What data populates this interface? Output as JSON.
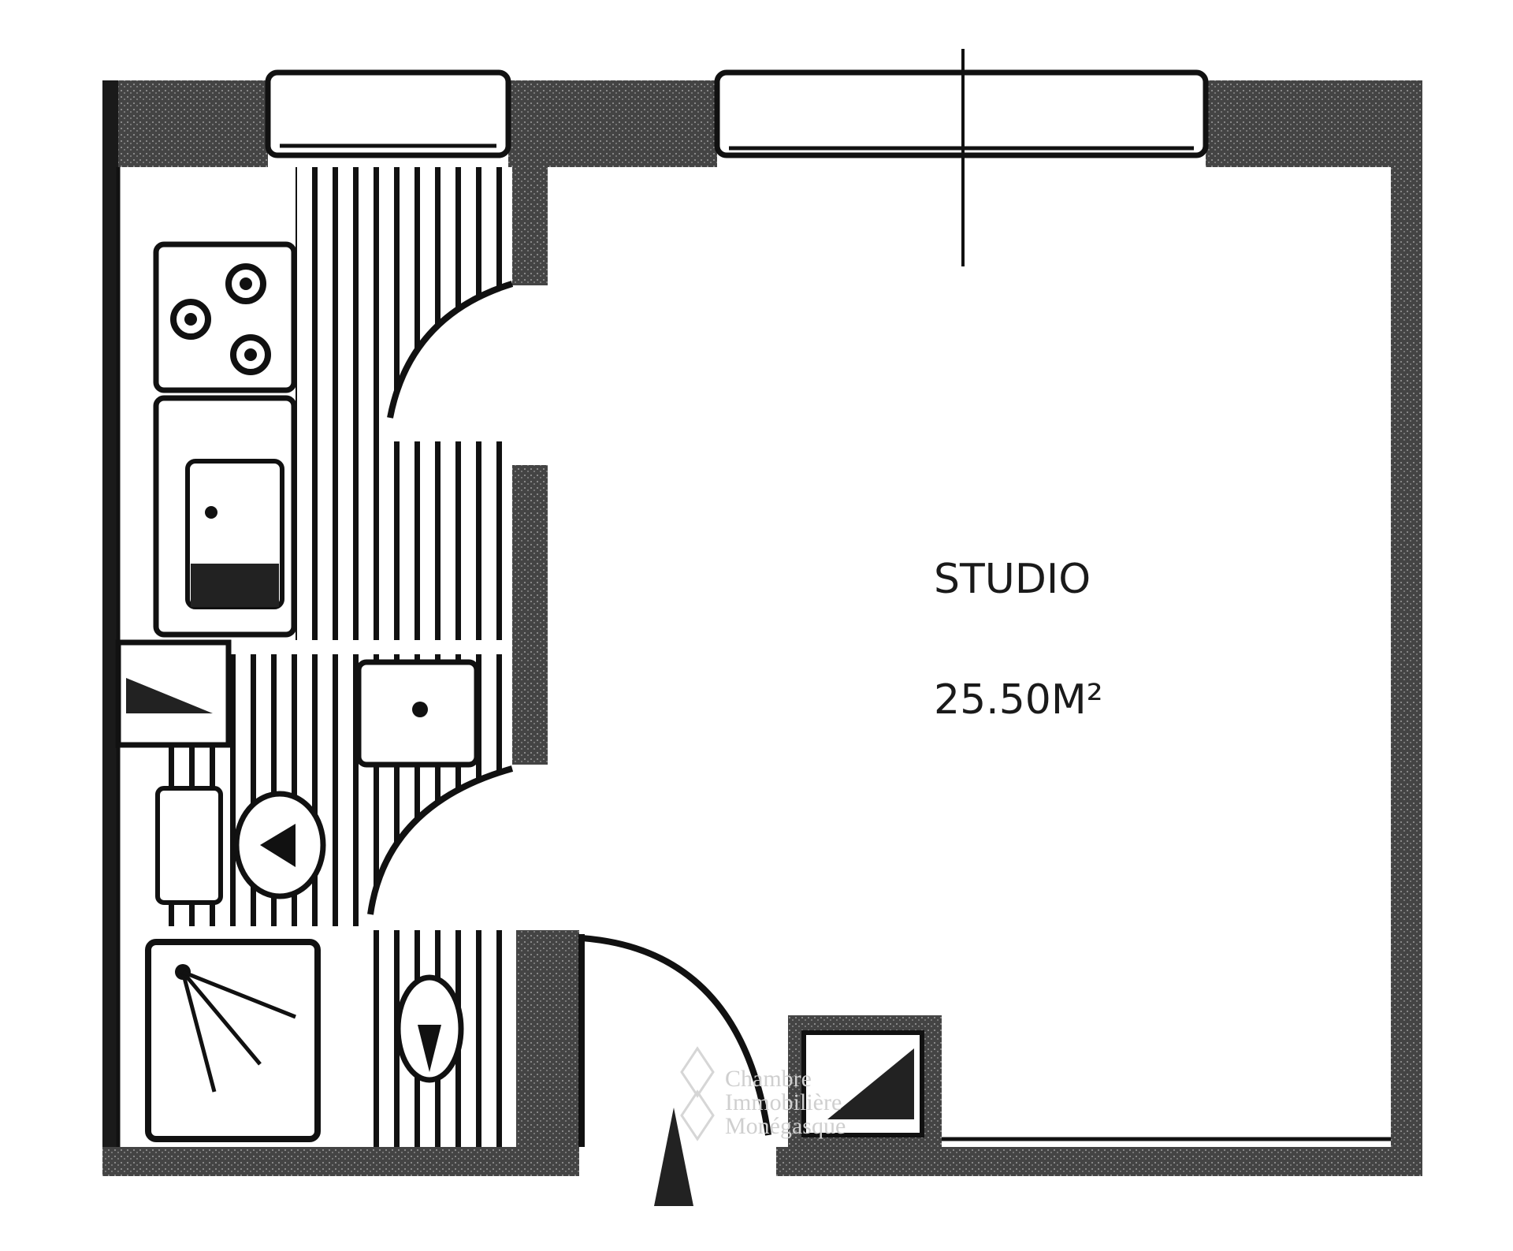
{
  "room": {
    "name": "STUDIO",
    "area": "25.50M²"
  },
  "watermark": {
    "lines": [
      "Chambre",
      "Immobilière",
      "Monégasque"
    ]
  },
  "colors": {
    "ink": "#111111",
    "wall_fill": "#3a3a3a",
    "background": "#ffffff"
  }
}
